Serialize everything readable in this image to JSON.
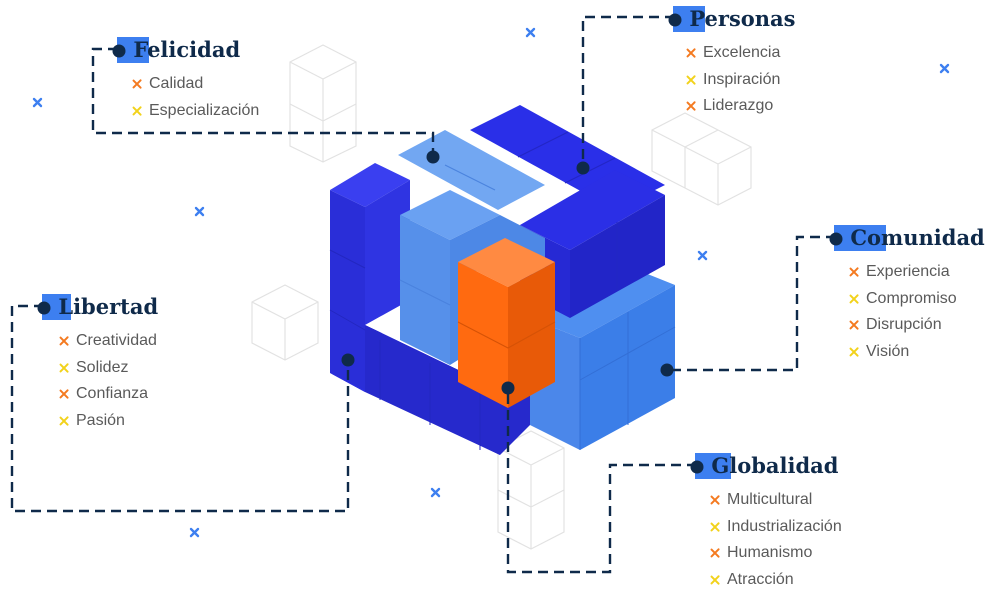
{
  "colors": {
    "navy": "#0f2a4a",
    "accent_blue": "#3d7ff0",
    "cube_dark_blue": "#2b2fe6",
    "cube_mid_blue": "#3a7be8",
    "cube_light_blue": "#5b95ec",
    "cube_orange": "#fb7a2a",
    "marker_orange": "#f47a20",
    "marker_yellow": "#f2d21b",
    "text_gray": "#5a5a5a"
  },
  "groups": {
    "felicidad": {
      "title": "Felicidad",
      "items": [
        {
          "label": "Calidad",
          "marker": "orange"
        },
        {
          "label": "Especialización",
          "marker": "yellow"
        }
      ]
    },
    "personas": {
      "title": "Personas",
      "items": [
        {
          "label": "Excelencia",
          "marker": "orange"
        },
        {
          "label": "Inspiración",
          "marker": "yellow"
        },
        {
          "label": "Liderazgo",
          "marker": "orange"
        }
      ]
    },
    "comunidad": {
      "title": "Comunidad",
      "items": [
        {
          "label": "Experiencia",
          "marker": "orange"
        },
        {
          "label": "Compromiso",
          "marker": "yellow"
        },
        {
          "label": "Disrupción",
          "marker": "orange"
        },
        {
          "label": "Visión",
          "marker": "yellow"
        }
      ]
    },
    "libertad": {
      "title": "Libertad",
      "items": [
        {
          "label": "Creatividad",
          "marker": "orange"
        },
        {
          "label": "Solidez",
          "marker": "yellow"
        },
        {
          "label": "Confianza",
          "marker": "orange"
        },
        {
          "label": "Pasión",
          "marker": "yellow"
        }
      ]
    },
    "globalidad": {
      "title": "Globalidad",
      "items": [
        {
          "label": "Multicultural",
          "marker": "orange"
        },
        {
          "label": "Industrialización",
          "marker": "yellow"
        },
        {
          "label": "Humanismo",
          "marker": "orange"
        },
        {
          "label": "Atracción",
          "marker": "yellow"
        }
      ]
    }
  }
}
